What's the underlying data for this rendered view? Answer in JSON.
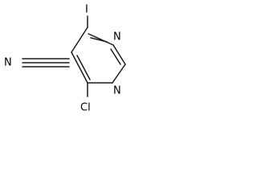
{
  "molecule": {
    "atoms": {
      "iodine": "I",
      "nitrogen_top": "N",
      "nitrogen_bottom": "N",
      "nitrile_nitrogen": "N",
      "chlorine": "Cl"
    }
  },
  "colors": {
    "bond": "#1a1a1a",
    "text": "#000000",
    "background": "#ffffff"
  }
}
